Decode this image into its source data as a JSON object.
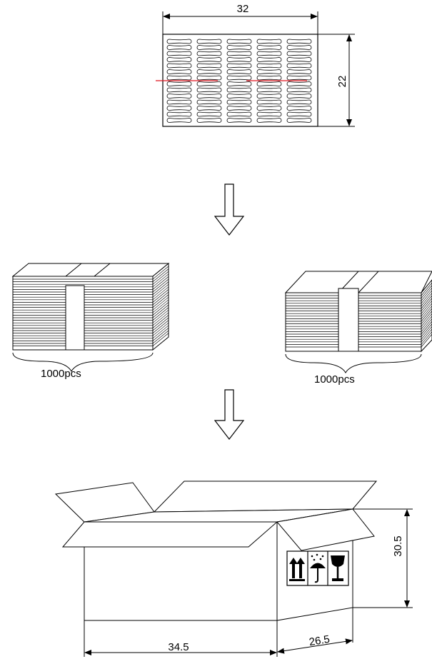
{
  "tray": {
    "width_label": "32",
    "height_label": "22",
    "rows": 14,
    "cols": 5
  },
  "stack_left": {
    "count_label": "1000pcs"
  },
  "stack_right": {
    "count_label": "1000pcs"
  },
  "carton": {
    "height_label": "30.5",
    "length_label": "34.5",
    "depth_label": "26.5"
  },
  "colors": {
    "line": "#000000",
    "cut_line": "#e0141e",
    "background": "#ffffff"
  },
  "icons": [
    "this-way-up-icon",
    "keep-dry-icon",
    "fragile-icon"
  ]
}
